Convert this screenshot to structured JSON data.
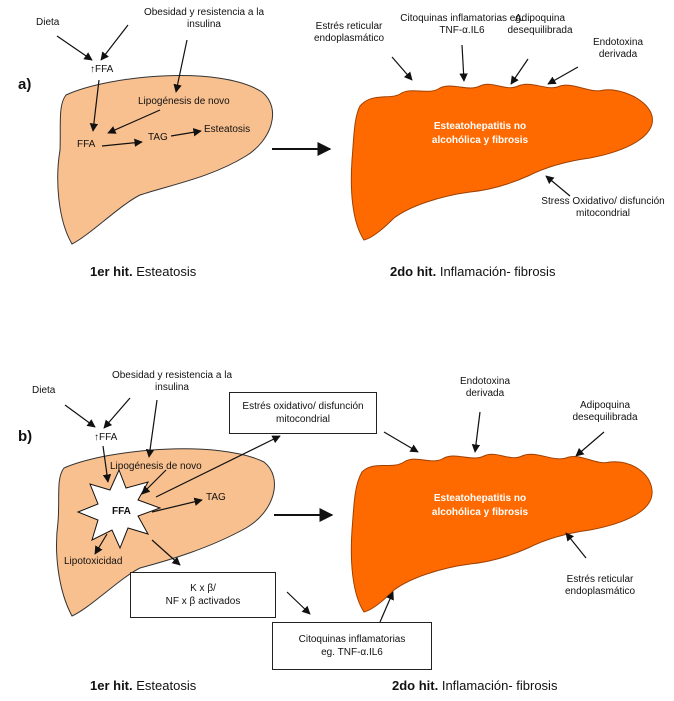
{
  "panel_a": {
    "letter": "a)",
    "dieta": "Dieta",
    "obesidad": "Obesidad y resistencia a la insulina",
    "ffa_top": "FFA",
    "lipogenesis": "Lipogénesis de novo",
    "ffa": "FFA",
    "tag": "TAG",
    "esteatosis": "Esteatosis",
    "estres_reticular": "Estrés reticular endoplasmático",
    "citoquinas": "Citoquinas inflamatorias eg. TNF-α.IL6",
    "adipoquina": "Adipoquina desequilibrada",
    "endotoxina": "Endotoxina derivada",
    "nash": "Esteatohepatitis no alcohólica y fibrosis",
    "stress_ox": "Stress Oxidativo/ disfunción mitocondrial",
    "hit1_bold": "1er hit.",
    "hit1_rest": "Esteatosis",
    "hit2_bold": "2do hit.",
    "hit2_rest": "Inflamación- fibrosis"
  },
  "panel_b": {
    "letter": "b)",
    "dieta": "Dieta",
    "obesidad": "Obesidad y resistencia a la insulina",
    "ffa_top": "FFA",
    "lipogenesis": "Lipogénesis de novo",
    "ffa": "FFA",
    "tag": "TAG",
    "lipotoxicidad": "Lipotoxicidad",
    "estres_ox": "Estrés oxidativo/ disfunción mitocondrial",
    "kxb": "K x β/",
    "nfxb": "NF x β activados",
    "citoquinas_l1": "Citoquinas inflamatorias",
    "citoquinas_l2": "eg. TNF-α.IL6",
    "endotoxina": "Endotoxina derivada",
    "adipoquina": "Adipoquina desequilibrada",
    "nash": "Esteatohepatitis no alcohólica y fibrosis",
    "estres_reticular": "Estrés reticular endoplasmático",
    "hit1_bold": "1er hit.",
    "hit1_rest": "Esteatosis",
    "hit2_bold": "2do hit.",
    "hit2_rest": "Inflamación- fibrosis"
  },
  "colors": {
    "liver_light": "#f9c08f",
    "liver_dark": "#ff6a00",
    "outline": "#333333"
  }
}
